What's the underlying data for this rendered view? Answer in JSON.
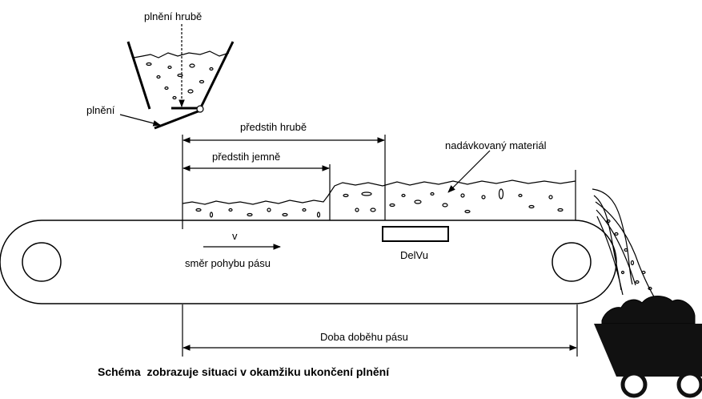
{
  "labels": {
    "coarse_filling": "plnění hrubě",
    "filling": "plnění",
    "coarse_lead": "předstih hrubě",
    "fine_lead": "předstih jemně",
    "dosed_material": "nadávkovaný materiál",
    "speed": "v",
    "belt_direction": "směr pohybu pásu",
    "sensor": "DelVu",
    "belt_runout_time": "Doba doběhu pásu"
  },
  "caption": "Schéma  zobrazuje situaci v okamžiku ukončení plnění"
}
